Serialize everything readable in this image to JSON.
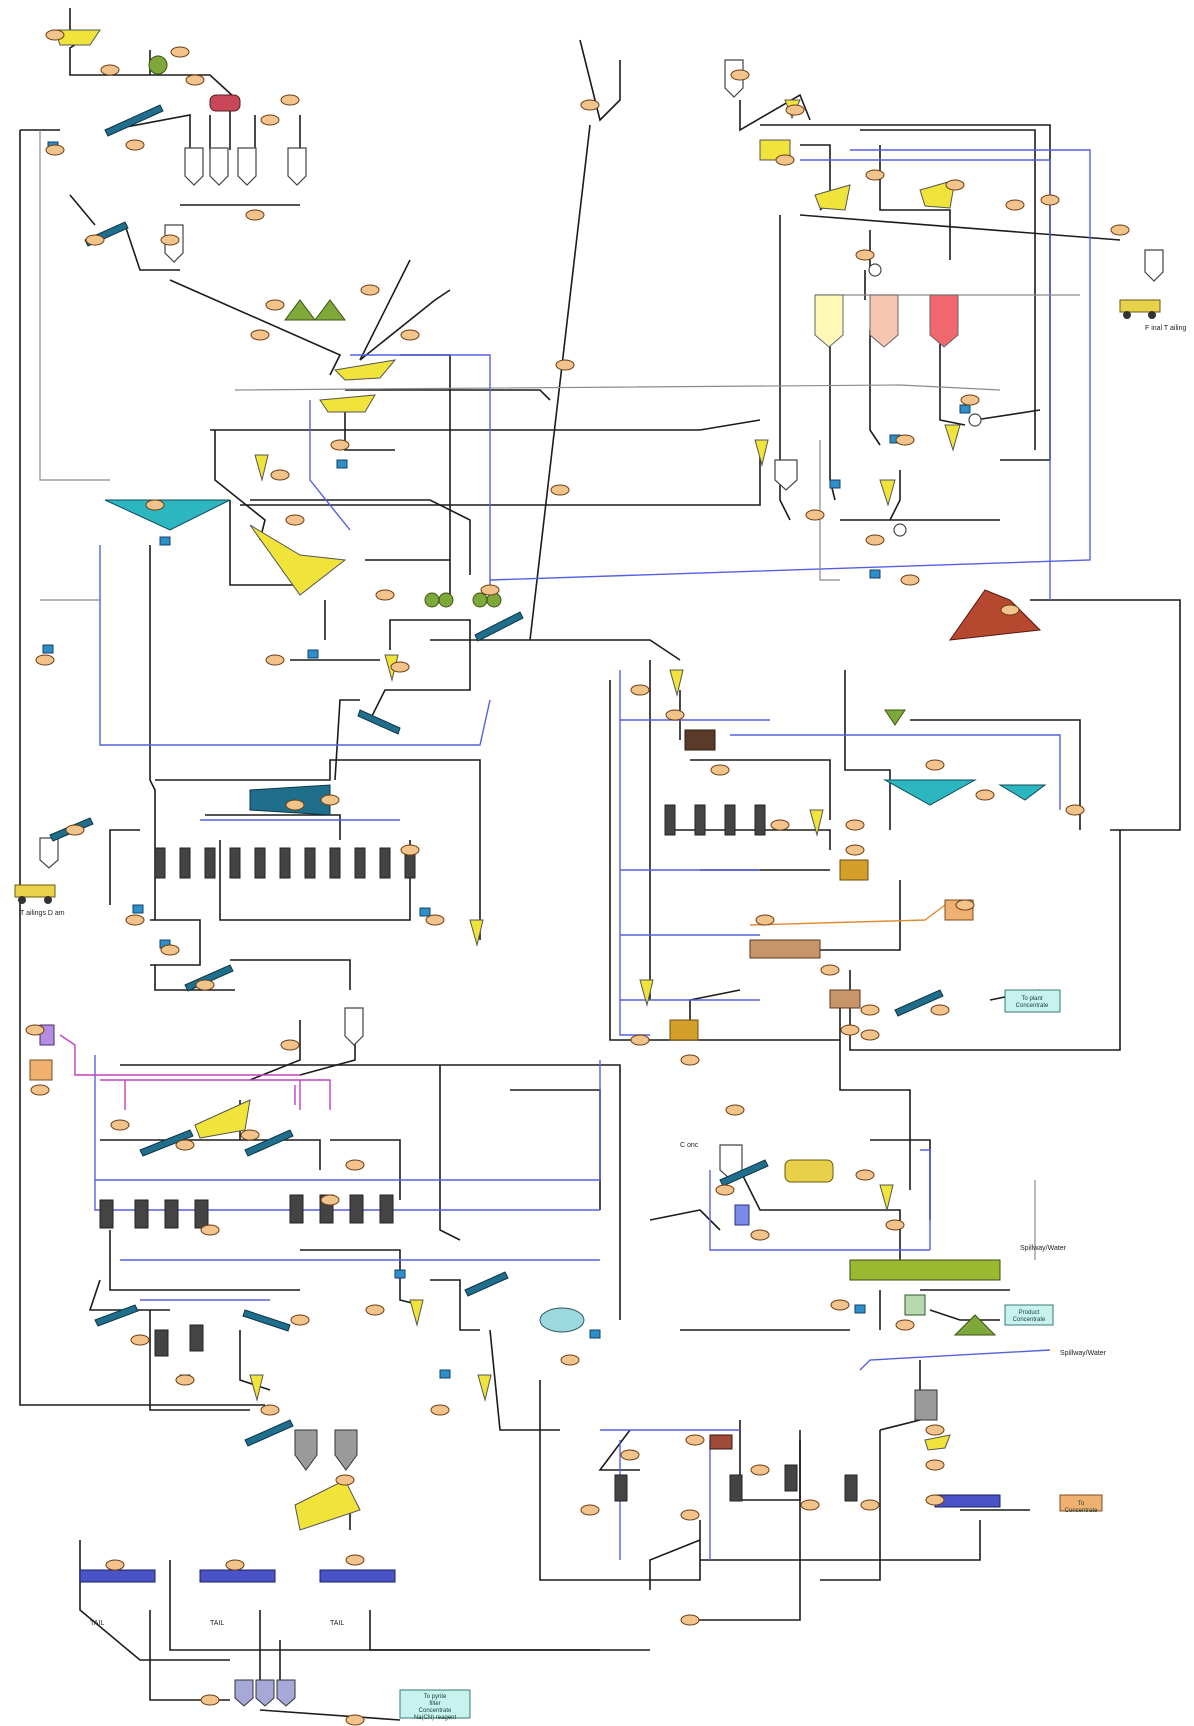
{
  "labels": {
    "final_tailings": "F inal T ailing",
    "tailings_dam": "T ailings D am",
    "spillway_1": "Spillway/Water",
    "spillway_2": "Spillway/Water",
    "product_box_1": "To plant\nConcentrate",
    "product_box_2": "Product\nConcentrate",
    "product_box_3": "To\nConcentrate",
    "product_box_4": "To pyrite\nfilter\nConcentrate\nNa(CN) reagent",
    "side_note_1": "TAIL",
    "side_note_2": "TAIL",
    "side_note_3": "TAIL",
    "side_note_4": "C onc"
  },
  "colors": {
    "ore_line": "#1c1c1c",
    "water_line": "#5560e0",
    "air_line": "#8a8a8a",
    "reagent_line": "#c040c0",
    "tag_fill": "#f2c38a"
  }
}
